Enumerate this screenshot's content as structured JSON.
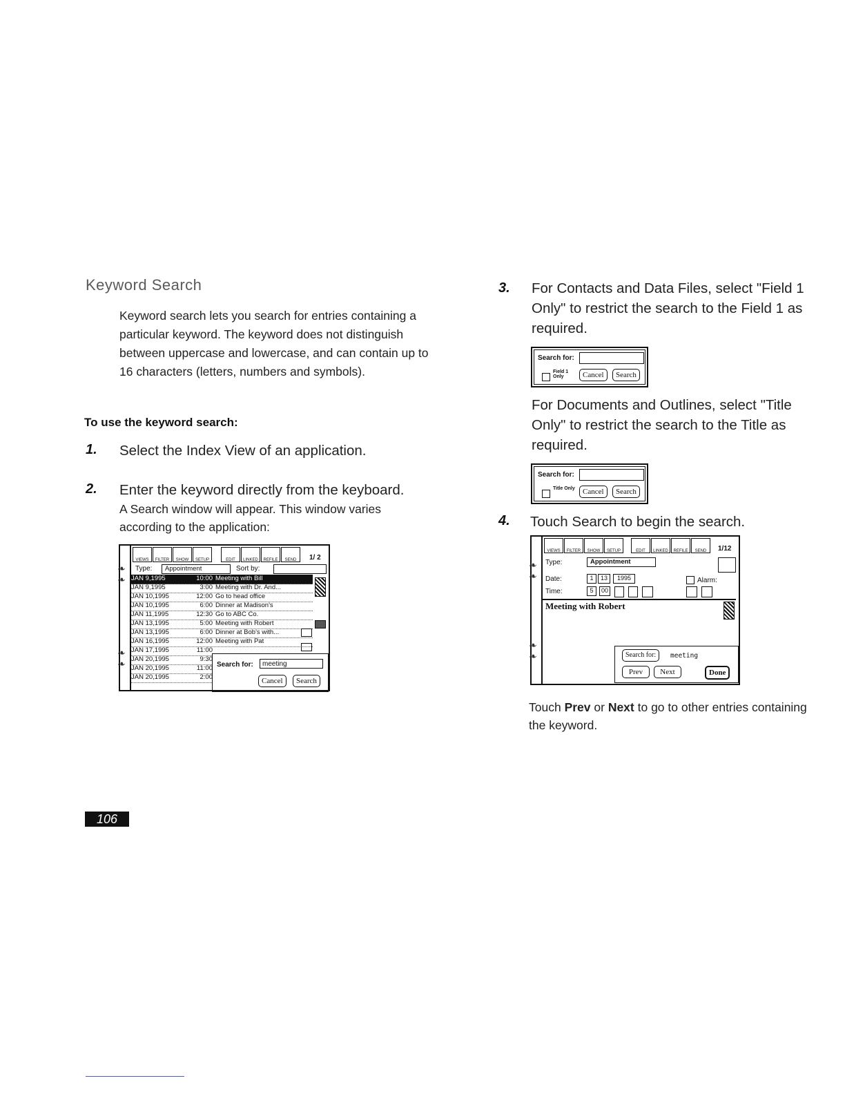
{
  "section_title": "Keyword Search",
  "intro": "Keyword search lets you search for entries containing a particular keyword. The keyword does not distinguish between uppercase and lowercase, and can contain up to 16 characters (letters, numbers and symbols).",
  "subheading": "To use the keyword search:",
  "steps": [
    {
      "num": "1.",
      "text": "Select the Index View of an application."
    },
    {
      "num": "2.",
      "text": "Enter the keyword directly from the keyboard.",
      "sub": "A Search window will appear. This window varies according to the application:"
    },
    {
      "num": "3.",
      "text": "For Contacts and Data Files, select \"Field 1 Only\" to restrict the search to the Field 1 as required.",
      "sub": "For Documents and Outlines, select \"Title Only\" to restrict the search to the Title as required."
    },
    {
      "num": "4.",
      "text": "Touch Search to begin the search."
    }
  ],
  "final_note": {
    "pre": "Touch ",
    "prev": "Prev",
    "mid": " or ",
    "next": "Next",
    "post": " to go to other entries containing the keyword."
  },
  "page_number": "106",
  "screens": {
    "toolbar": {
      "views": "VIEWS",
      "filter": "FILTER",
      "show": "SHOW",
      "setup": "SETUP",
      "edit": "EDIT",
      "link": "LINKED",
      "refile": "REFILE",
      "send": "SEND"
    },
    "index": {
      "page": "1/ 2",
      "type_label": "Type:",
      "type_value": "Appointment",
      "sort_label": "Sort by:",
      "rows": [
        {
          "date": "JAN  9,1995",
          "time": "10:00",
          "title": "Meeting with Bill"
        },
        {
          "date": "JAN  9,1995",
          "time": "3:00",
          "title": "Meeting with Dr. And..."
        },
        {
          "date": "JAN 10,1995",
          "time": "12:00",
          "title": "Go to head office"
        },
        {
          "date": "JAN 10,1995",
          "time": "6:00",
          "title": "Dinner at Madison's"
        },
        {
          "date": "JAN 11,1995",
          "time": "12:30",
          "title": "Go to ABC Co."
        },
        {
          "date": "JAN 13,1995",
          "time": "5:00",
          "title": "Meeting with Robert"
        },
        {
          "date": "JAN 13,1995",
          "time": "6:00",
          "title": "Dinner at Bob's with..."
        },
        {
          "date": "JAN 16,1995",
          "time": "12:00",
          "title": "Meeting with Pat"
        },
        {
          "date": "JAN 17,1995",
          "time": "11:00",
          "title": ""
        },
        {
          "date": "JAN 20,1995",
          "time": "9:30",
          "title": ""
        },
        {
          "date": "JAN 20,1995",
          "time": "11:00",
          "title": ""
        },
        {
          "date": "JAN 20,1995",
          "time": "2:00",
          "title": ""
        }
      ],
      "search_label": "Search for:",
      "search_value": "meeting",
      "cancel": "Cancel",
      "search": "Search"
    },
    "field_dialog": {
      "search_label": "Search for:",
      "option": "Field 1 Only",
      "cancel": "Cancel",
      "search": "Search"
    },
    "title_dialog": {
      "search_label": "Search for:",
      "option": "Title Only",
      "cancel": "Cancel",
      "search": "Search"
    },
    "result": {
      "page": "1/12",
      "type_label": "Type:",
      "type_value": "Appointment",
      "date_label": "Date:",
      "date_m": "1",
      "date_d": "13",
      "date_y": "1995",
      "alarm_label": "Alarm:",
      "time_label": "Time:",
      "time_h": "5",
      "time_m": "00",
      "body": "Meeting with Robert",
      "search_btn": "Search for:",
      "search_value": "meeting",
      "prev": "Prev",
      "next": "Next",
      "done": "Done"
    }
  }
}
